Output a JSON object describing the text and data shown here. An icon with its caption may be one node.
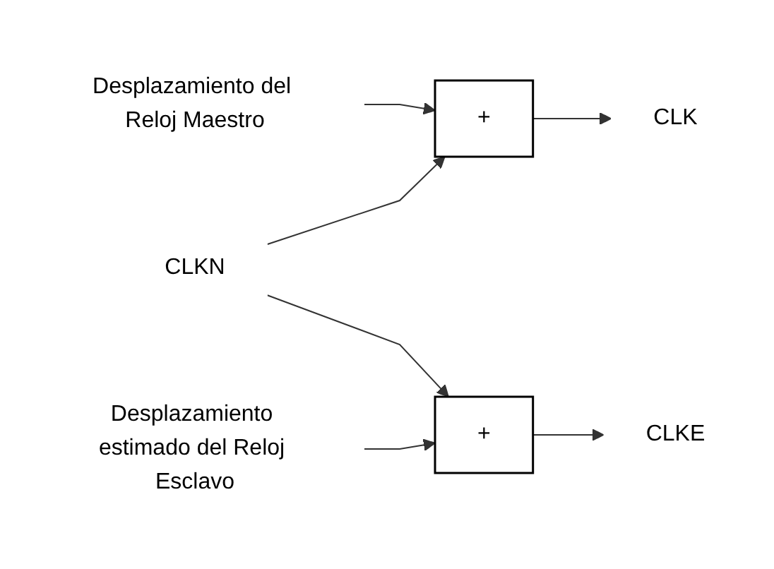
{
  "diagram": {
    "nodes": [
      {
        "text": [
          "Desplazamiento del Reloj Maestro"
        ]
      },
      {
        "text": [
          "+"
        ]
      },
      {
        "text": [
          "CLK"
        ]
      },
      {
        "text": [
          "CLKN"
        ]
      },
      {
        "text": [
          "+"
        ]
      },
      {
        "text": [
          "CLKE"
        ]
      },
      {
        "text": [
          "Desplazamiento estimado del Reloj Esclavo"
        ]
      }
    ],
    "edges": [
      {
        "from": 0,
        "to": 1,
        "arrow": "to"
      },
      {
        "from": 3,
        "to": 1,
        "arrow": "to"
      },
      {
        "from": 1,
        "to": 2,
        "arrow": "to"
      },
      {
        "from": 3,
        "to": 4,
        "arrow": "to"
      },
      {
        "from": 4,
        "to": 5,
        "arrow": "to"
      },
      {
        "from": 6,
        "to": 4,
        "arrow": "to"
      }
    ]
  }
}
